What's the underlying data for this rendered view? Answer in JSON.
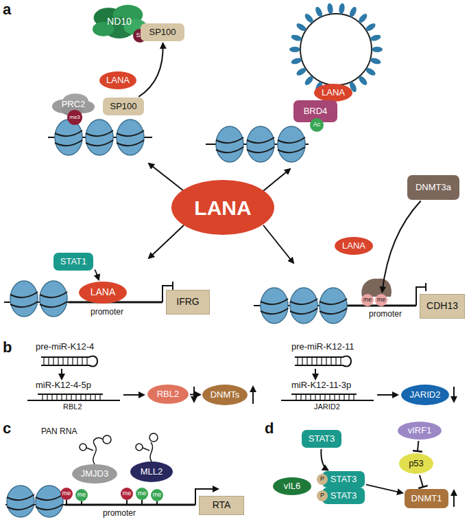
{
  "diagram": {
    "nodes": [
      {
        "text": [
          "ND10"
        ]
      },
      {
        "text": [
          "Su"
        ]
      },
      {
        "text": [
          "SP100"
        ]
      },
      {
        "text": [
          "LANA"
        ]
      },
      {
        "text": [
          "PRC2"
        ]
      },
      {
        "text": [
          "me3"
        ]
      },
      {
        "text": [
          "SP100"
        ]
      },
      {
        "text": [
          "LANA"
        ]
      },
      {
        "text": [
          "BRD4"
        ]
      },
      {
        "text": [
          "Ac"
        ]
      },
      {
        "text": [
          "LANA"
        ]
      },
      {
        "text": [
          "STAT1"
        ]
      },
      {
        "text": [
          "LANA"
        ]
      },
      {
        "text": [
          "IFRG"
        ]
      },
      {
        "text": [
          "DNMT3a"
        ]
      },
      {
        "text": [
          "LANA"
        ]
      },
      {
        "text": [
          "me"
        ]
      },
      {
        "text": [
          "me"
        ]
      },
      {
        "text": [
          "CDH13"
        ]
      },
      {
        "text": [
          "RBL2"
        ]
      },
      {
        "text": [
          "DNMTs"
        ]
      },
      {
        "text": [
          "JARID2"
        ]
      },
      {
        "text": [
          "JMJD3"
        ]
      },
      {
        "text": [
          "MLL2"
        ]
      },
      {
        "text": [
          "me"
        ]
      },
      {
        "text": [
          "me"
        ]
      },
      {
        "text": [
          "me"
        ]
      },
      {
        "text": [
          "me"
        ]
      },
      {
        "text": [
          "me"
        ]
      },
      {
        "text": [
          "RTA"
        ]
      },
      {
        "text": [
          "STAT3"
        ]
      },
      {
        "text": [
          "vIRF1"
        ]
      },
      {
        "text": [
          "p53"
        ]
      },
      {
        "text": [
          "vIL6"
        ]
      },
      {
        "text": [
          "STAT3"
        ]
      },
      {
        "text": [
          "P"
        ]
      },
      {
        "text": [
          "STAT3"
        ]
      },
      {
        "text": [
          "P"
        ]
      },
      {
        "text": [
          "DNMT1"
        ]
      }
    ],
    "edges": [
      {
        "from": 6,
        "to": 2,
        "arrow": "to"
      },
      {
        "from": 11,
        "to": 12,
        "arrow": "to"
      },
      {
        "from": 14,
        "to": 17,
        "arrow": "to"
      },
      {
        "from": 19,
        "to": 20,
        "arrow": "to"
      },
      {
        "from": 30,
        "to": 34,
        "arrow": "to"
      },
      {
        "from": 34,
        "to": 38,
        "arrow": "to"
      },
      {
        "from": 31,
        "to": 32,
        "arrow": "to"
      },
      {
        "from": 32,
        "to": 38,
        "arrow": "to"
      }
    ],
    "labels": [
      "a",
      "promoter",
      "promoter",
      "b",
      "pre-miR-K12-4",
      "miR-K12-4-5p",
      "RBL2",
      "pre-miR-K12-11",
      "miR-K12-11-3p",
      "JARID2",
      "c",
      "PAN RNA",
      "promoter",
      "d"
    ]
  }
}
